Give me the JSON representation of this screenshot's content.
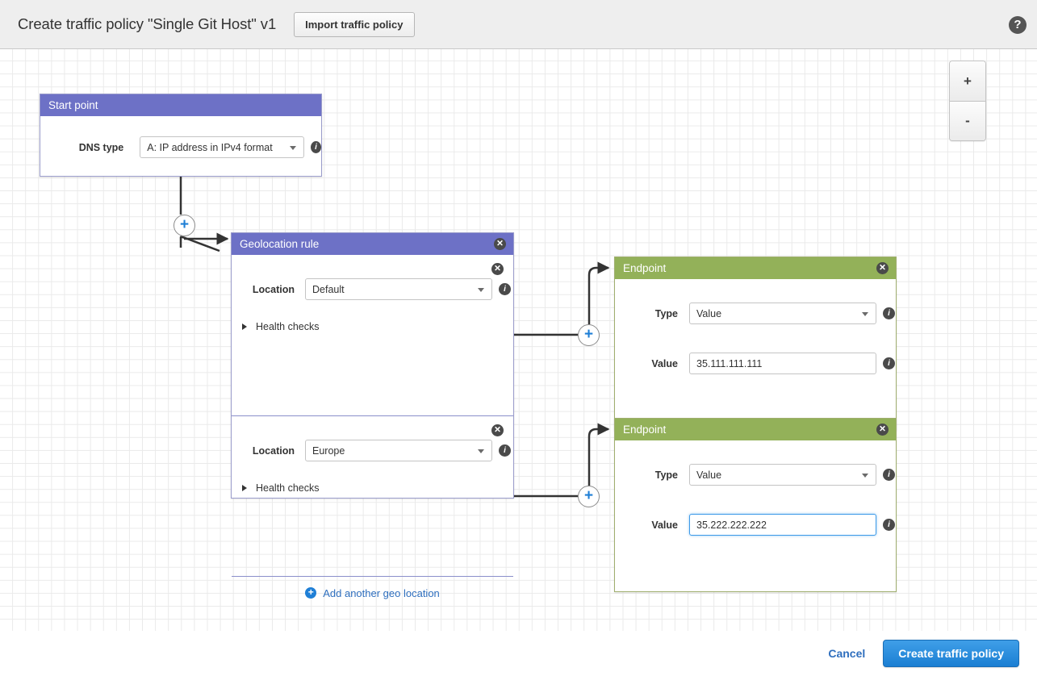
{
  "header": {
    "title": "Create traffic policy \"Single Git Host\" v1",
    "import_button": "Import traffic policy",
    "help_icon": "?"
  },
  "zoom_controls": {
    "zoom_in": "+",
    "zoom_out": "-"
  },
  "icons": {
    "info": "i",
    "close": "✕",
    "plus": "+"
  },
  "start_point": {
    "title": "Start point",
    "dns_type_label": "DNS type",
    "dns_type_value": "A: IP address in IPv4 format"
  },
  "geolocation_rule": {
    "title": "Geolocation rule",
    "add_location_label": "Add another geo location",
    "sections": [
      {
        "location_label": "Location",
        "location_value": "Default",
        "health_checks_label": "Health checks"
      },
      {
        "location_label": "Location",
        "location_value": "Europe",
        "health_checks_label": "Health checks"
      }
    ]
  },
  "endpoints": [
    {
      "title": "Endpoint",
      "type_label": "Type",
      "type_value": "Value",
      "value_label": "Value",
      "value_value": "35.111.111.111",
      "value_focused": false
    },
    {
      "title": "Endpoint",
      "type_label": "Type",
      "type_value": "Value",
      "value_label": "Value",
      "value_value": "35.222.222.222",
      "value_focused": true
    }
  ],
  "footer": {
    "cancel_label": "Cancel",
    "create_label": "Create traffic policy"
  },
  "colors": {
    "rule_header": "#6d71c6",
    "endpoint_header": "#93b159",
    "primary_button": "#1b7fd3",
    "link": "#2f6fbe",
    "focus_ring": "#3d9ae8"
  }
}
